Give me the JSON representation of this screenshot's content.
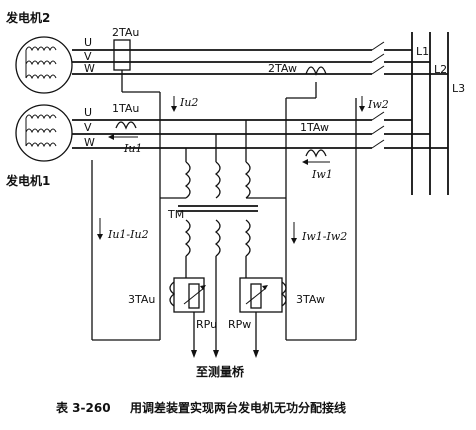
{
  "labels": {
    "gen2": "发电机2",
    "gen1": "发电机1",
    "phase_u": "U",
    "phase_v": "V",
    "phase_w": "W",
    "ct_2tau": "2TAu",
    "ct_2taw": "2TAw",
    "ct_1tau": "1TAu",
    "ct_1taw": "1TAw",
    "ct_3tau": "3TAu",
    "ct_3taw": "3TAw",
    "tm": "TM",
    "rpu": "RPu",
    "rpw": "RPw",
    "l1": "L1",
    "l2": "L2",
    "l3": "L3",
    "to_bridge": "至测量桥"
  },
  "currents": {
    "iu2": "Iu2",
    "iu1": "Iu1",
    "iw2": "Iw2",
    "iw1": "Iw1",
    "iu_diff": "Iu1-Iu2",
    "iw_diff": "Iw1-Iw2"
  },
  "caption": {
    "number": "表 3-260",
    "text": "用调差装置实现两台发电机无功分配接线"
  }
}
